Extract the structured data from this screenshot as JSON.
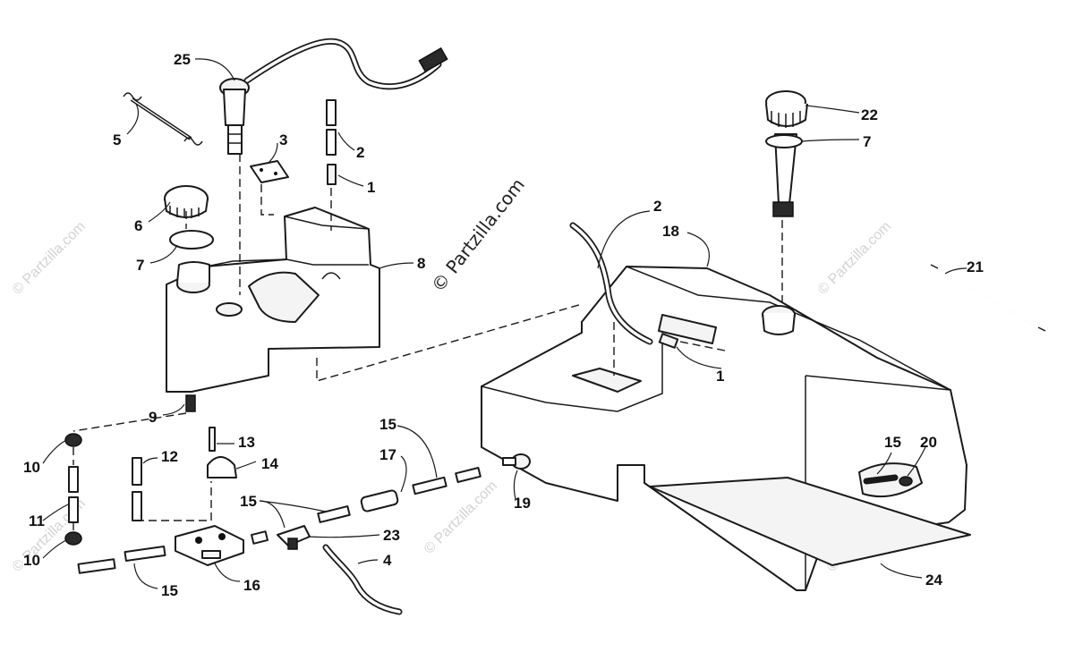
{
  "watermark_text": "© Partzilla.com",
  "copyright_text": "© Partzilla.com",
  "callouts": {
    "c1a": "1",
    "c1b": "1",
    "c2a": "2",
    "c2b": "2",
    "c3": "3",
    "c4": "4",
    "c5": "5",
    "c6": "6",
    "c7a": "7",
    "c7b": "7",
    "c8": "8",
    "c9": "9",
    "c10a": "10",
    "c10b": "10",
    "c11": "11",
    "c12": "12",
    "c13": "13",
    "c14": "14",
    "c15a": "15",
    "c15b": "15",
    "c15c": "15",
    "c15d": "15",
    "c16": "16",
    "c17": "17",
    "c18": "18",
    "c19": "19",
    "c20": "20",
    "c21": "21",
    "c22": "22",
    "c23": "23",
    "c24": "24",
    "c25": "25"
  }
}
